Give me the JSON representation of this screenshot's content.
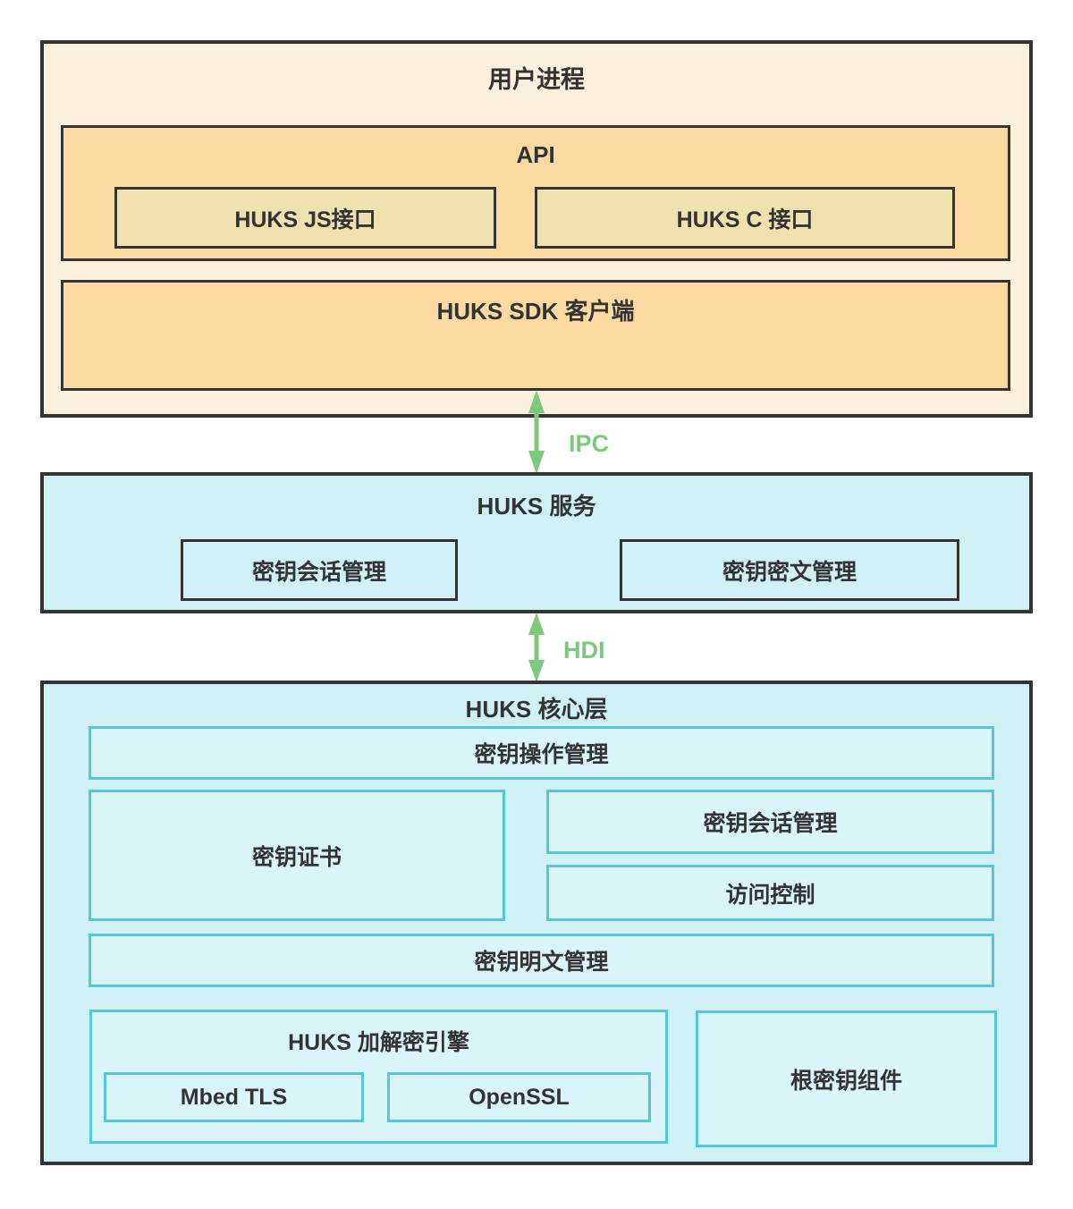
{
  "user_process": {
    "title": "用户进程",
    "api": {
      "title": "API",
      "js_label": "HUKS JS接口",
      "c_label": "HUKS C 接口"
    },
    "sdk_label": "HUKS SDK 客户端"
  },
  "connectors": {
    "ipc_label": "IPC",
    "hdi_label": "HDI"
  },
  "service": {
    "title": "HUKS 服务",
    "session_label": "密钥会话管理",
    "cipher_label": "密钥密文管理"
  },
  "core": {
    "title": "HUKS 核心层",
    "operation_label": "密钥操作管理",
    "cert_label": "密钥证书",
    "session_label": "密钥会话管理",
    "access_label": "访问控制",
    "plaintext_label": "密钥明文管理",
    "engine": {
      "title": "HUKS 加解密引擎",
      "mbed_label": "Mbed TLS",
      "openssl_label": "OpenSSL"
    },
    "root_label": "根密钥组件"
  },
  "colors": {
    "process_bg": "#fcf0dc",
    "api_bg": "#fbd9a2",
    "interface_bg": "#f0e0ae",
    "cyan_bg": "#cff0f5",
    "cyan_inner_bg": "#d9f5f9",
    "teal_border": "#56c8d5",
    "dark_border": "#363433",
    "arrow_green": "#7cc87c",
    "text": "#333333"
  }
}
